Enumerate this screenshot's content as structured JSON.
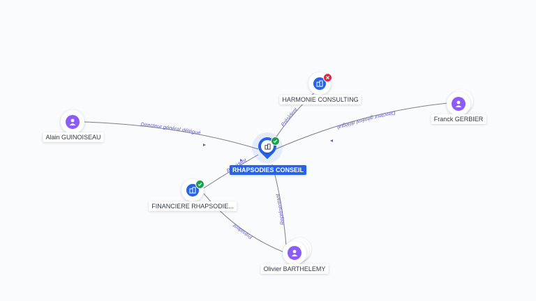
{
  "nodes": {
    "main": {
      "label": "RHAPSODIES CONSEIL",
      "type": "company",
      "status": "active"
    },
    "harmonie": {
      "label": "HARMONIE CONSULTING",
      "type": "company",
      "status": "closed"
    },
    "financiere": {
      "label": "FINANCIERE RHAPSODIE...",
      "type": "company",
      "status": "active"
    },
    "alain": {
      "label": "Alain GUINOISEAU",
      "type": "person"
    },
    "franck": {
      "label": "Franck GERBIER",
      "type": "person"
    },
    "olivier": {
      "label": "Olivier BARTHELEMY",
      "type": "person"
    }
  },
  "edges": {
    "alain_main": "Directeur général délégué",
    "franck_main": "Directeur général délégué",
    "main_harmonie": "Président",
    "financiere_main": "Président",
    "olivier_main": "Représentant",
    "olivier_financiere": "Président"
  },
  "colors": {
    "company": "#2563eb",
    "person": "#8b5cf6",
    "active": "#16a34a",
    "closed": "#dc2646",
    "edge_label": "#5e5ccf"
  },
  "icons": {
    "company": "building-icon",
    "person": "person-icon",
    "active": "check-icon",
    "closed": "cross-icon"
  }
}
